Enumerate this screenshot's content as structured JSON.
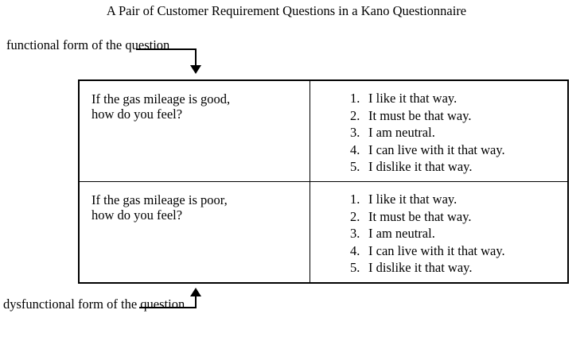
{
  "title": "A Pair of Customer Requirement Questions in a Kano Questionnaire",
  "annotations": {
    "functional_label": "functional form of\nthe question",
    "dysfunctional_label": "dysfunctional form\nof the question"
  },
  "colors": {
    "background": "#ffffff",
    "ink": "#000000",
    "border": "#000000"
  },
  "table": {
    "rows": [
      {
        "id": "functional",
        "question": "If the gas mileage is good,\nhow do you feel?",
        "answers": [
          {
            "num": "1.",
            "text": "I like it that way."
          },
          {
            "num": "2.",
            "text": "It must be that way."
          },
          {
            "num": "3.",
            "text": "I am neutral."
          },
          {
            "num": "4.",
            "text": "I can live with it that way."
          },
          {
            "num": "5.",
            "text": "I dislike it that way."
          }
        ]
      },
      {
        "id": "dysfunctional",
        "question": "If the gas mileage is poor,\nhow do you feel?",
        "answers": [
          {
            "num": "1.",
            "text": "I like it that way."
          },
          {
            "num": "2.",
            "text": "It must be that way."
          },
          {
            "num": "3.",
            "text": "I am neutral."
          },
          {
            "num": "4.",
            "text": "I can live with it that way."
          },
          {
            "num": "5.",
            "text": "I dislike it that way."
          }
        ]
      }
    ]
  }
}
